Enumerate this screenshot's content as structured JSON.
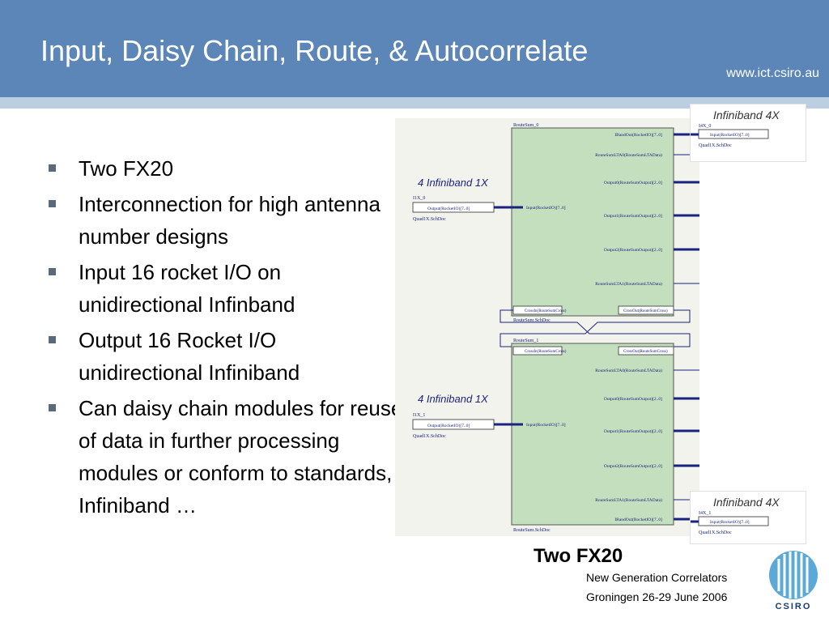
{
  "slide": {
    "title": "Input, Daisy Chain, Route, & Autocorrelate",
    "url": "www.ict.csiro.au",
    "bullets": [
      "Two FX20",
      "Interconnection for high antenna number designs",
      "Input  16 rocket I/O on unidirectional Infinband",
      "Output 16 Rocket I/O unidirectional Infiniband",
      "Can daisy chain modules for reuse of data in further processing modules or conform to standards, Infiniband …"
    ],
    "caption": "Two FX20",
    "footer": {
      "line1": "New Generation Correlators",
      "line2": "Groningen 26-29 June 2006"
    },
    "logo_text": "CSIRO"
  },
  "schematic": {
    "top_label": "4 Infiniband 1X",
    "bottom_label": "4 Infiniband 1X",
    "right_label_top": "Infiniband 4X",
    "right_label_bottom": "Infiniband 4X",
    "block_top": {
      "name": "RouteSum_0",
      "doc": "RouteSum.SchDoc",
      "ports": [
        "IBandOut(RocketIO)[7..0]",
        "RouteSumLTA0(RouteSumLTAData)",
        "Output0(RouteSumOutput)[2..0]",
        "Output1(RouteSumOutput)[2..0]",
        "Output2(RouteSumOutput)[2..0]",
        "RouteSumLTA1(RouteSumLTAData)"
      ],
      "input": "Input(RocketIO)[7..0]",
      "cross_in": "CrossIn(RouteSumCross)",
      "cross_out": "CrossOut(RouteSumCross)"
    },
    "block_bottom": {
      "name": "RouteSum_1",
      "doc": "RouteSum.SchDoc",
      "ports": [
        "RouteSumLTA0(RouteSumLTAData)",
        "Output0(RouteSumOutput)[2..0]",
        "Output1(RouteSumOutput)[2..0]",
        "Output2(RouteSumOutput)[2..0]",
        "RouteSumLTA1(RouteSumLTAData)",
        "IBandOut(RocketIO)[7..0]"
      ],
      "input": "Input(RocketIO)[7..0]",
      "cross_in": "CrossIn(RouteSumCross)",
      "cross_out": "CrossOut(RouteSumCross)"
    },
    "i1x_top": {
      "name": "I1X_0",
      "port": "Output(RocketIO)[7..0]",
      "doc": "Quad1X.SchDoc"
    },
    "i1x_bottom": {
      "name": "I1X_1",
      "port": "Output(RocketIO)[7..0]",
      "doc": "Quad1X.SchDoc"
    },
    "i4x_top": {
      "name": "I4X_0",
      "port": "Input(RocketIO)[7..0]",
      "doc": "Quad1X.SchDoc"
    },
    "i4x_bottom": {
      "name": "I4X_1",
      "port": "Input(RocketIO)[7..0]",
      "doc": "Quad1X.SchDoc"
    }
  },
  "colors": {
    "header": "#5b86b7",
    "block_fill": "#c3dfbd",
    "wire": "#1a237e"
  }
}
